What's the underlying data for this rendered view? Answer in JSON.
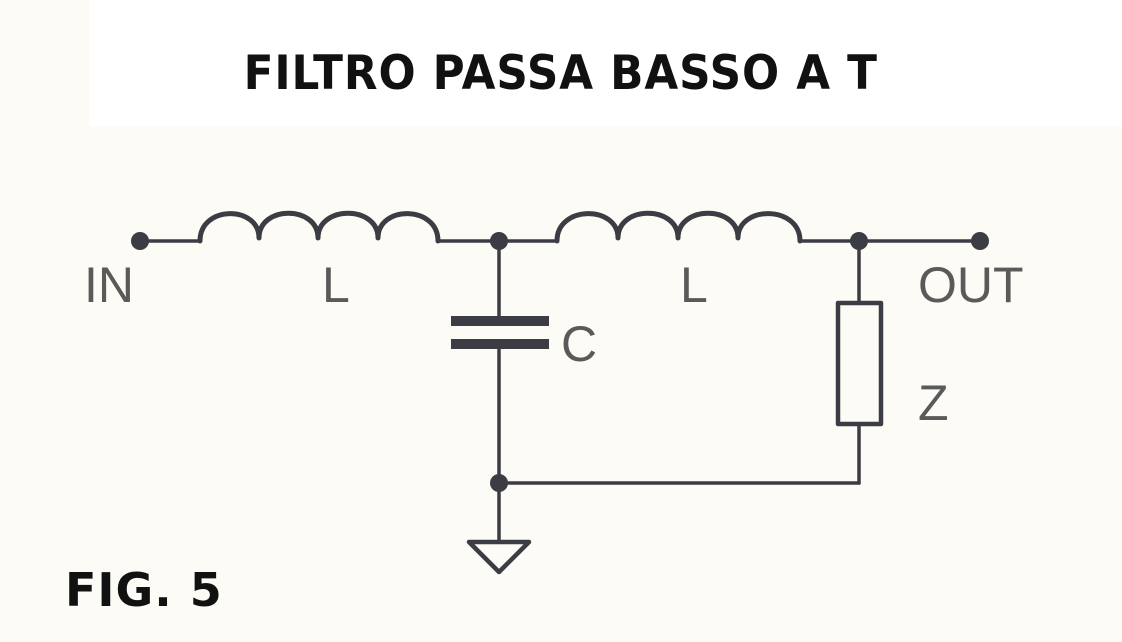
{
  "title": "FILTRO PASSA BASSO A T",
  "figure_label": "FIG. 5",
  "circuit": {
    "type": "T low-pass filter",
    "labels": {
      "input": "IN",
      "output": "OUT",
      "inductor_1": "L",
      "inductor_2": "L",
      "capacitor": "C",
      "load": "Z"
    },
    "components": [
      {
        "id": "L1",
        "kind": "inductor",
        "label": "L",
        "position": "series, input side"
      },
      {
        "id": "C",
        "kind": "capacitor",
        "label": "C",
        "position": "shunt to ground, center node"
      },
      {
        "id": "L2",
        "kind": "inductor",
        "label": "L",
        "position": "series, output side"
      },
      {
        "id": "Z",
        "kind": "load impedance",
        "label": "Z",
        "position": "shunt across output"
      }
    ],
    "ground_symbol": "ground-icon"
  },
  "colors": {
    "background": "#fdfbf5",
    "title_box": "#ffffff",
    "title_text": "#111111",
    "schematic_ink": "#3c3c44",
    "label_text": "#5a5a5a"
  }
}
